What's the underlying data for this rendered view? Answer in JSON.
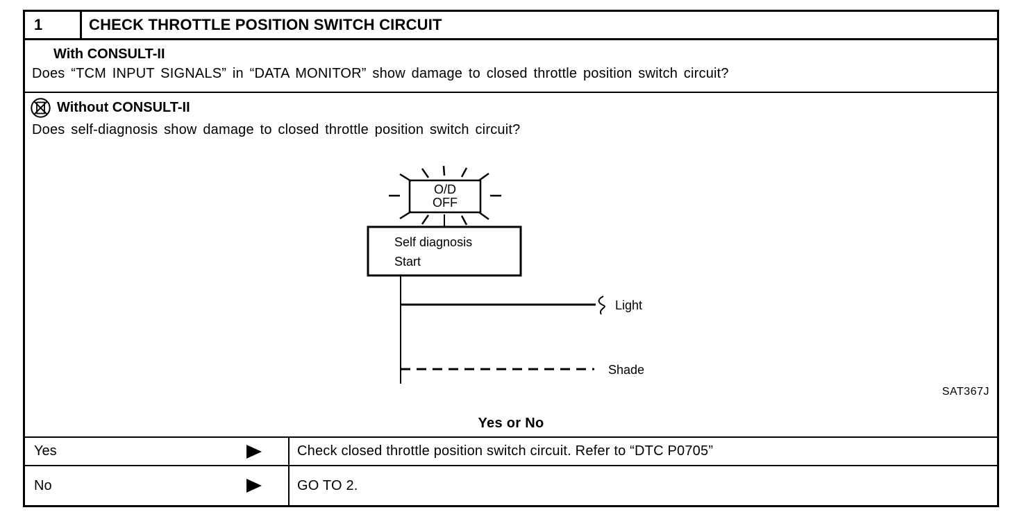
{
  "step": {
    "number": "1",
    "title": "CHECK THROTTLE POSITION SWITCH CIRCUIT"
  },
  "with_consult": {
    "heading": "With CONSULT-II",
    "question": "Does “TCM INPUT SIGNALS” in “DATA MONITOR” show damage to closed throttle position switch circuit?"
  },
  "without_consult": {
    "heading": "Without CONSULT-II",
    "question": "Does self-diagnosis show damage to closed throttle position switch circuit?",
    "icon": "no-consult-icon"
  },
  "diagram": {
    "indicator_line1": "O/D",
    "indicator_line2": "OFF",
    "box_line1": "Self diagnosis",
    "box_line2": "Start",
    "solid_line_label": "Light",
    "dashed_line_label": "Shade",
    "figure_id": "SAT367J"
  },
  "decision": {
    "prompt": "Yes or No"
  },
  "outcomes": [
    {
      "answer": "Yes",
      "action": "Check closed throttle position switch circuit. Refer to “DTC P0705”"
    },
    {
      "answer": "No",
      "action": "GO TO 2."
    }
  ],
  "colors": {
    "ink": "#000000",
    "paper": "#ffffff"
  }
}
